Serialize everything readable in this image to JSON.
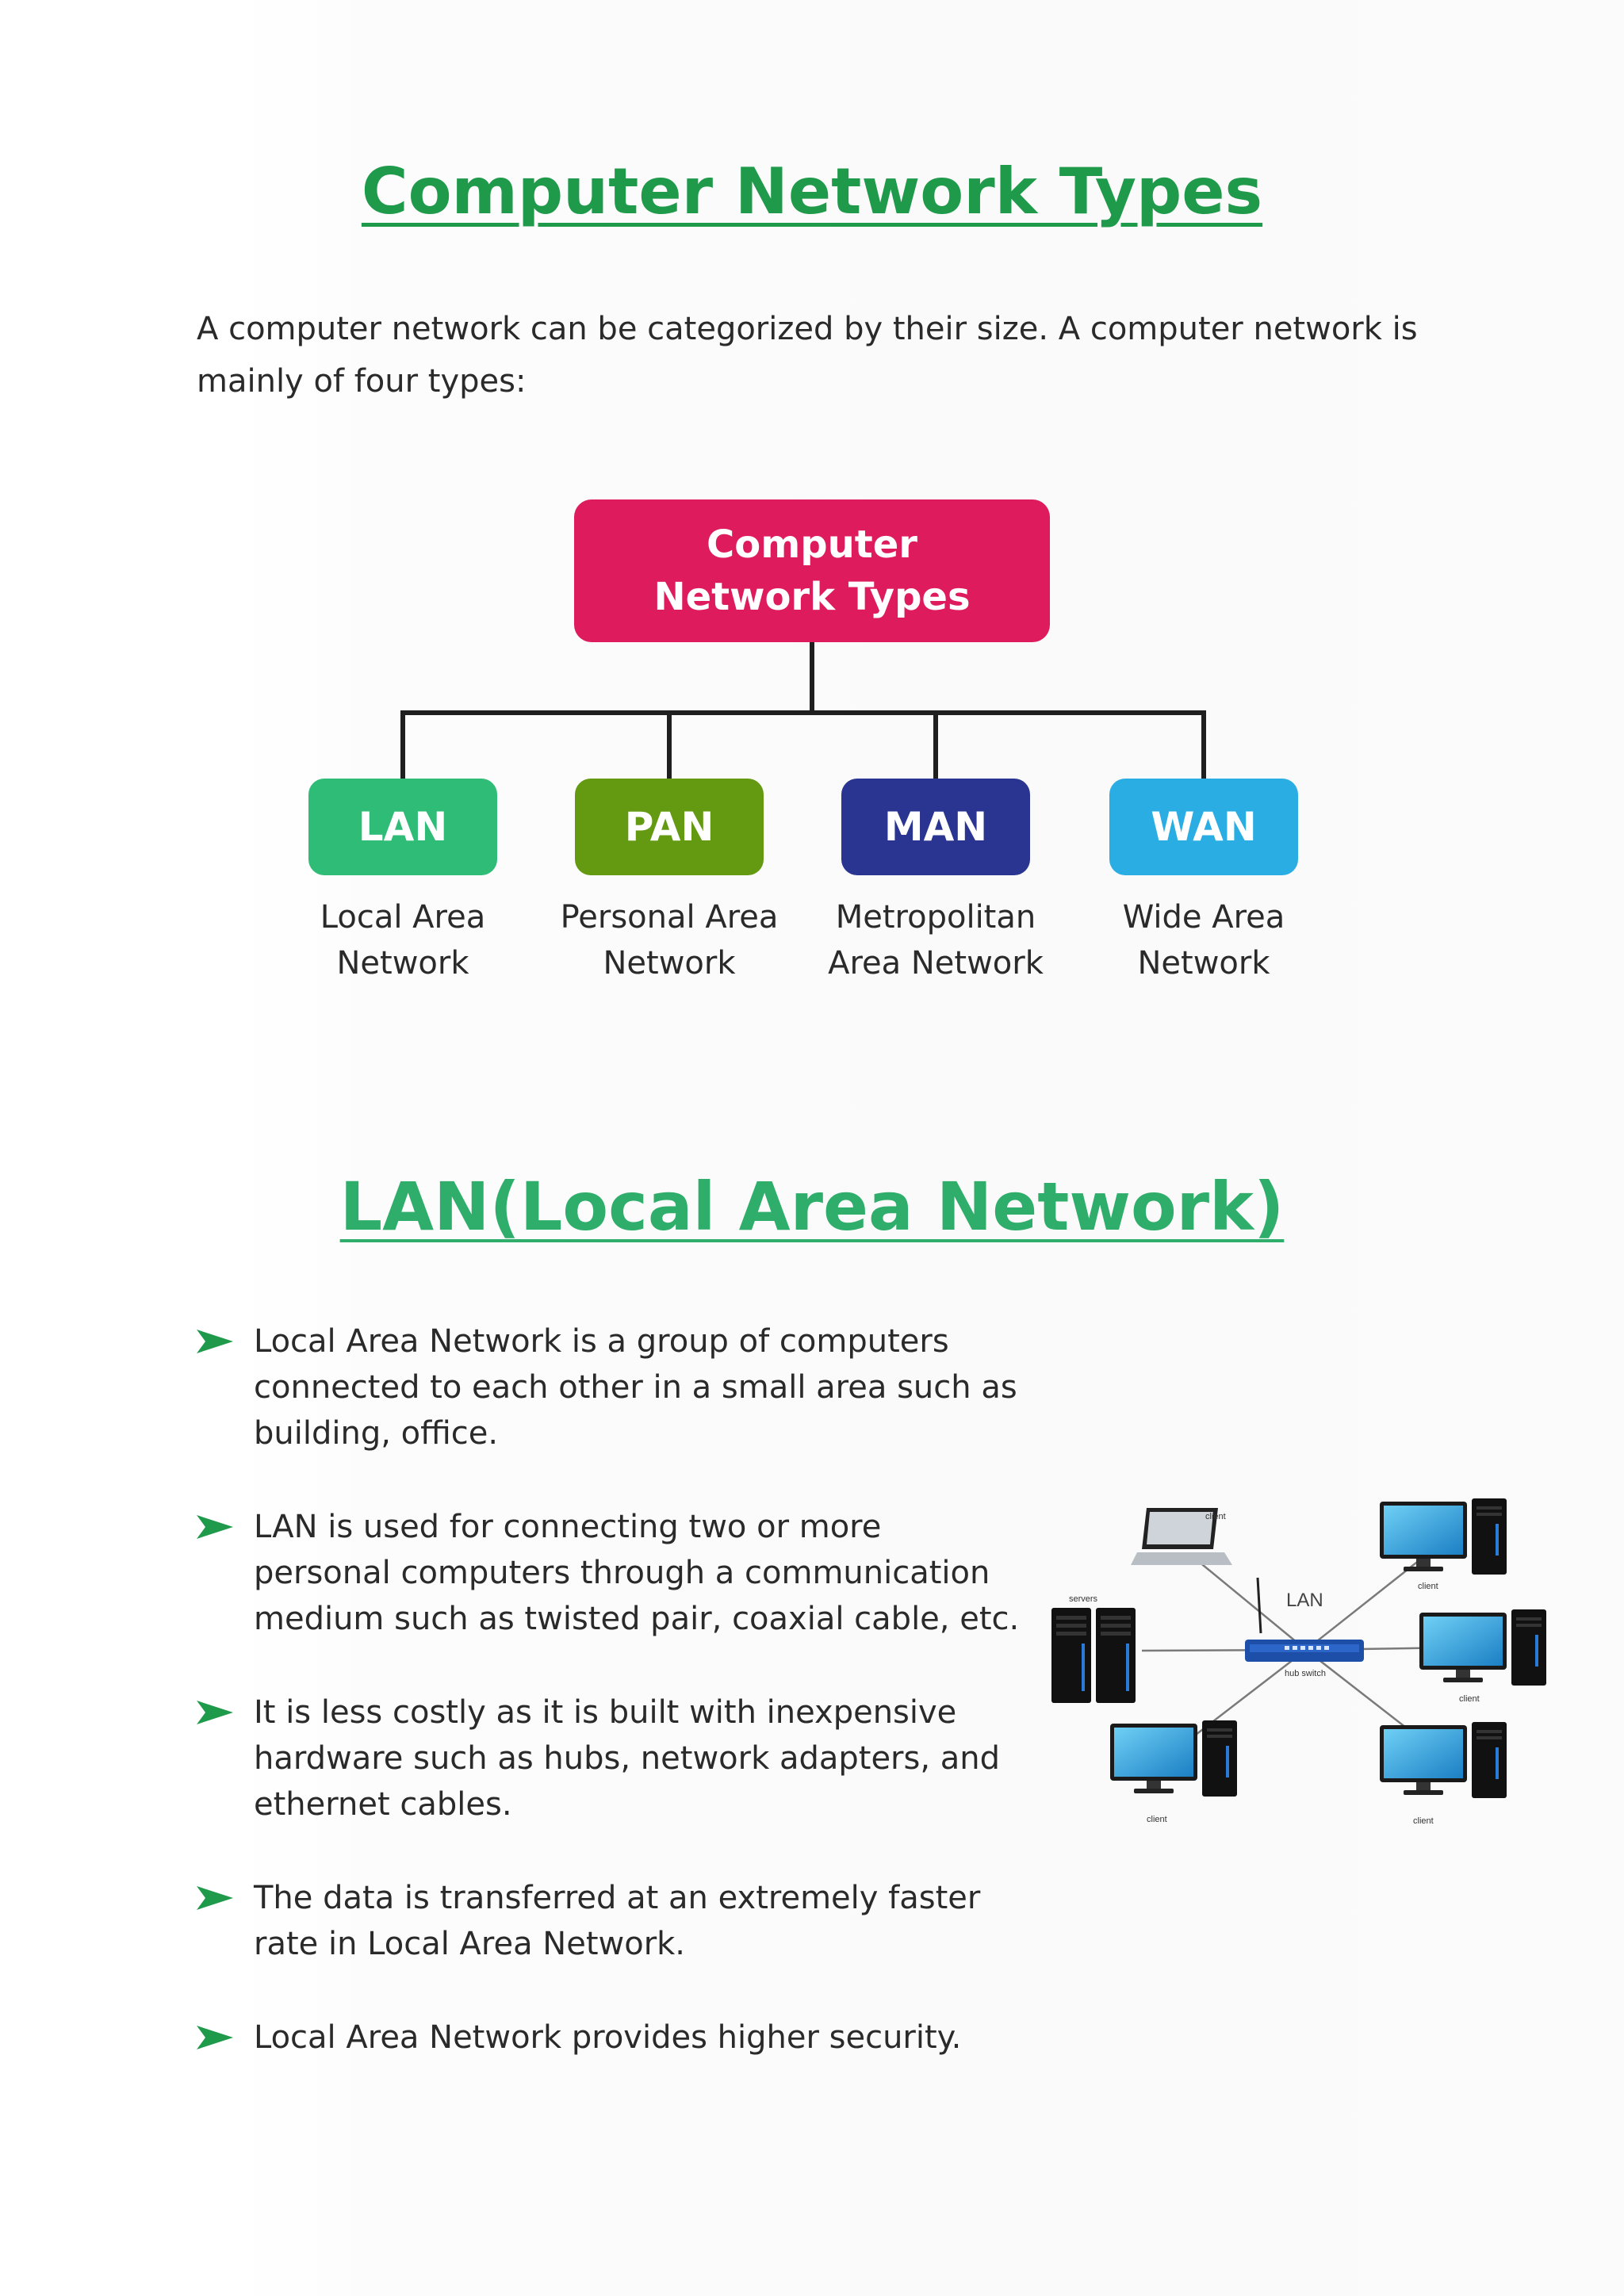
{
  "title": "Computer Network Types",
  "intro": "A computer network can be categorized by their size. A computer network is mainly of four types:",
  "tree": {
    "root_line1": "Computer",
    "root_line2": "Network Types",
    "nodes": [
      {
        "abbr": "LAN",
        "line1": "Local Area",
        "line2": "Network",
        "color": "#2fbc76"
      },
      {
        "abbr": "PAN",
        "line1": "Personal Area",
        "line2": "Network",
        "color": "#639a12"
      },
      {
        "abbr": "MAN",
        "line1": "Metropolitan",
        "line2": "Area Network",
        "color": "#2a3591"
      },
      {
        "abbr": "WAN",
        "line1": "Wide Area",
        "line2": "Network",
        "color": "#2aade3"
      }
    ]
  },
  "section": {
    "title": "LAN(Local Area Network)",
    "bullets": [
      [
        "Local Area Network is a group of computers",
        "connected to each other in a small area such as",
        "building, office."
      ],
      [
        "LAN is used for connecting two or more",
        "personal computers through a communication",
        "medium such as twisted pair, coaxial cable, etc."
      ],
      [
        "It is less costly as it is built with inexpensive",
        "hardware such as hubs, network adapters, and",
        "ethernet cables."
      ],
      [
        "The data is transferred at an extremely faster",
        "rate in Local Area Network."
      ],
      [
        "Local Area Network provides higher security."
      ]
    ]
  },
  "figure": {
    "center_label": "LAN",
    "switch_label": "hub switch",
    "servers_label": "servers",
    "client_label": "client"
  },
  "colors": {
    "title_green": "#1f9a4b",
    "section_green": "#2eae6a",
    "root_pink": "#de1c5d",
    "arrow_green": "#1f9a4b"
  }
}
